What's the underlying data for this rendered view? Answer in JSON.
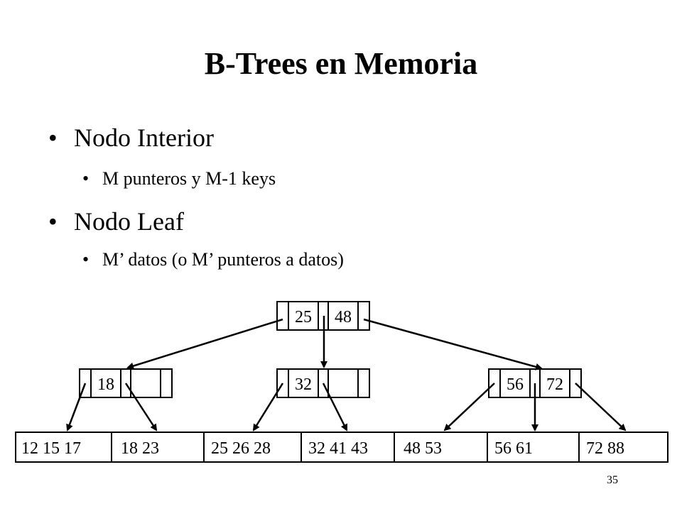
{
  "slide": {
    "title": "B-Trees en Memoria",
    "bullets": [
      {
        "text": "Nodo Interior",
        "sub": [
          "M punteros y M-1 keys"
        ]
      },
      {
        "text": "Nodo Leaf",
        "sub": [
          "M’ datos (o M’ punteros a datos)"
        ]
      }
    ],
    "page_number": "35"
  },
  "tree": {
    "root": {
      "keys": [
        "25",
        "48"
      ]
    },
    "interior": [
      {
        "keys": [
          "18",
          ""
        ]
      },
      {
        "keys": [
          "32",
          ""
        ]
      },
      {
        "keys": [
          "56",
          "72"
        ]
      }
    ],
    "leaves": [
      "12 15 17",
      "18 23",
      "25 26 28",
      "32 41 43",
      "48 53",
      "56 61",
      "72 88"
    ]
  }
}
